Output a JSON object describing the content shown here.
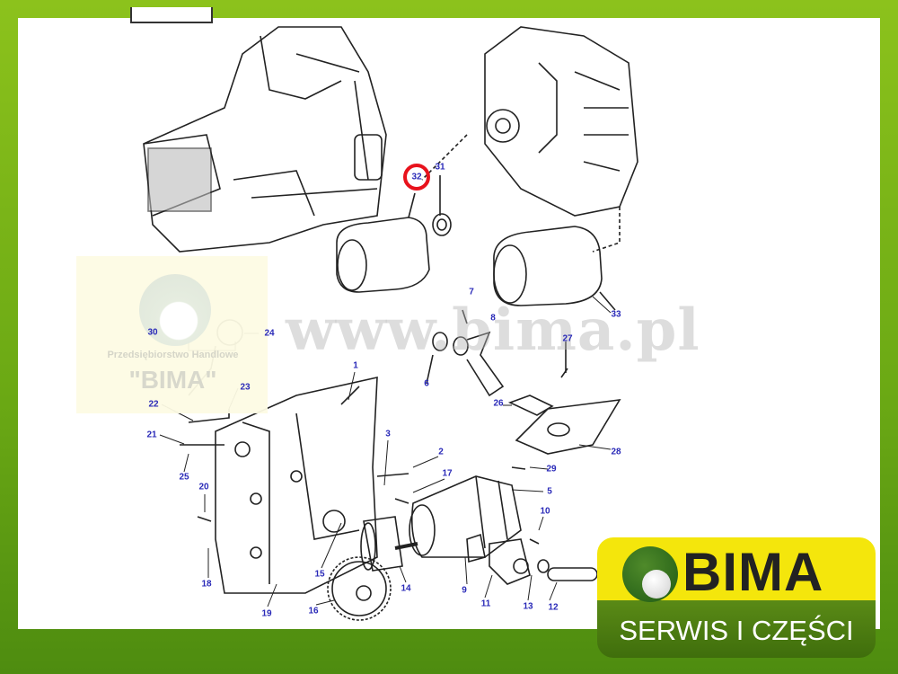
{
  "diagram": {
    "callouts": [
      "1",
      "2",
      "3",
      "5",
      "6",
      "7",
      "8",
      "9",
      "10",
      "11",
      "12",
      "13",
      "14",
      "15",
      "16",
      "17",
      "18",
      "19",
      "20",
      "21",
      "22",
      "23",
      "24",
      "25",
      "26",
      "27",
      "28",
      "29",
      "30",
      "31",
      "32",
      "33"
    ],
    "highlighted_callout": "32",
    "highlight_color": "#e8121c",
    "callout_color": "#2a2ab8"
  },
  "watermark": {
    "url": "www.bima.pl",
    "company_line": "Przedsiębiorstwo Handlowe",
    "company_name": "\"BIMA\""
  },
  "logo": {
    "brand": "BIMA",
    "tagline": "SERWIS I CZĘŚCI",
    "colors": {
      "yellow": "#f4e60c",
      "green": "#4a7c10",
      "frame": "#7ab61a"
    }
  }
}
